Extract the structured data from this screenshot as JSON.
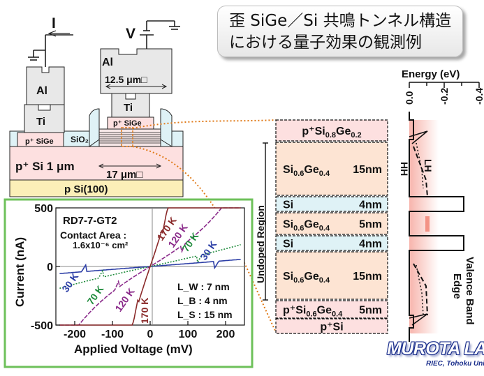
{
  "title": {
    "line1": "歪 SiGe／Si 共鳴トンネル構造",
    "line2": "における量子効果の観測例"
  },
  "device": {
    "current_label": "I",
    "voltage_label": "V",
    "al_left": "Al",
    "al_right": "Al",
    "ti_left": "Ti",
    "ti_right": "Ti",
    "psige_left": "p⁺ SiGe",
    "psige_right": "p⁺ SiGe",
    "sio2": "SiO₂",
    "p_si_layer": "p⁺ Si 1 μm",
    "substrate": "p Si(100)",
    "pad_size": "12.5 μm□",
    "mesa_size": "17 μm□"
  },
  "iv_plot": {
    "sample": "RD7-7-GT2",
    "contact_area_label": "Contact Area :",
    "contact_area_value": "1.6x10⁻⁶ cm²",
    "lw": "L_W : 7 nm",
    "lb": "L_B :  4 nm",
    "ls": "L_S : 15 nm",
    "xlabel": "Applied Voltage (mV)",
    "ylabel": "Current (nA)",
    "y_ticks": [
      "500",
      "0",
      "-500"
    ],
    "x_ticks": [
      "-200",
      "-100",
      "0",
      "100",
      "200"
    ],
    "temps": [
      "30 K",
      "70 K",
      "120 K",
      "170 K",
      "170 K",
      "120 K",
      "70 K",
      "30 K"
    ]
  },
  "layers": {
    "list": [
      {
        "main": "p⁺Si",
        "sub1": "0.8",
        "mid": "Ge",
        "sub2": "0.2",
        "thk": ""
      },
      {
        "main": "Si",
        "sub1": "0.6",
        "mid": "Ge",
        "sub2": "0.4",
        "thk": "15nm"
      },
      {
        "main": "Si",
        "sub1": "",
        "mid": "",
        "sub2": "",
        "thk": "4nm"
      },
      {
        "main": "Si",
        "sub1": "0.6",
        "mid": "Ge",
        "sub2": "0.4",
        "thk": "5nm"
      },
      {
        "main": "Si",
        "sub1": "",
        "mid": "",
        "sub2": "",
        "thk": "4nm"
      },
      {
        "main": "Si",
        "sub1": "0.6",
        "mid": "Ge",
        "sub2": "0.4",
        "thk": "15nm"
      },
      {
        "main": "p⁺Si",
        "sub1": "0.6",
        "mid": "Ge",
        "sub2": "0.4",
        "thk": "5nm"
      },
      {
        "main": "p⁺Si",
        "sub1": "",
        "mid": "",
        "sub2": "",
        "thk": ""
      }
    ],
    "undoped_label": "Undoped Region"
  },
  "band": {
    "energy_label": "Energy (eV)",
    "ticks": [
      "0.0",
      "-0.2",
      "-0.4"
    ],
    "hh": "HH",
    "lh": "LH",
    "valence1": "Valence Band",
    "valence2": "Edge"
  },
  "logo": {
    "name": "MUROTA LAB.",
    "affiliation": "RIEC, Tohoku Univ."
  },
  "colors": {
    "green_border": "#6ec15a",
    "layer_pink": "#fde0e0",
    "layer_peach": "#fde4d3",
    "layer_blue": "#dff2f6",
    "curve_30k": "#2c3ea6",
    "curve_70k": "#1d8a3a",
    "curve_120k": "#8a2a8a",
    "curve_170k": "#8a2a2a",
    "dotted_orange": "#e07a18"
  }
}
